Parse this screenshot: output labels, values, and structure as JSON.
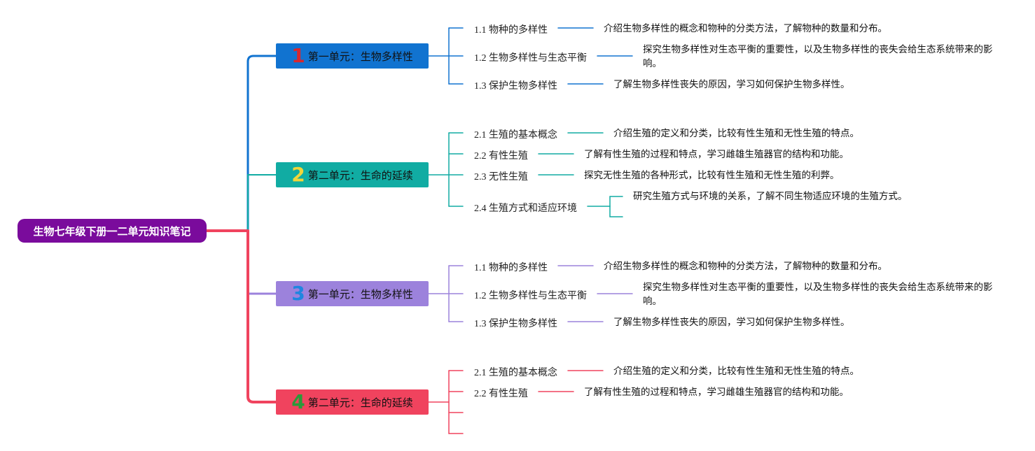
{
  "root": "生物七年级下册一二单元知识笔记",
  "units": [
    {
      "num": "1",
      "title": "第一单元：生物多样性",
      "color": "#1173d0",
      "num_color": "#d8272e",
      "items": [
        {
          "label": "1.1 物种的多样性",
          "desc": "介绍生物多样性的概念和物种的分类方法，了解物种的数量和分布。"
        },
        {
          "label": "1.2 生物多样性与生态平衡",
          "desc": "探究生物多样性对生态平衡的重要性，以及生物多样性的丧失会给生态系统带来的影响。"
        },
        {
          "label": "1.3 保护生物多样性",
          "desc": "了解生物多样性丧失的原因，学习如何保护生物多样性。"
        }
      ]
    },
    {
      "num": "2",
      "title": "第二单元：生命的延续",
      "color": "#11aca3",
      "num_color": "#f2d63a",
      "items": [
        {
          "label": "2.1 生殖的基本概念",
          "desc": "介绍生殖的定义和分类，比较有性生殖和无性生殖的特点。"
        },
        {
          "label": "2.2 有性生殖",
          "desc": "了解有性生殖的过程和特点，学习雌雄生殖器官的结构和功能。"
        },
        {
          "label": "2.3 无性生殖",
          "desc": "探究无性生殖的各种形式，比较有性生殖和无性生殖的利弊。"
        },
        {
          "label": "2.4 生殖方式和适应环境",
          "desc": "研究生殖方式与环境的关系，了解不同生物适应环境的生殖方式。"
        }
      ]
    },
    {
      "num": "3",
      "title": "第一单元：生物多样性",
      "color": "#9c82dc",
      "num_color": "#1f86e0",
      "items": [
        {
          "label": "1.1 物种的多样性",
          "desc": "介绍生物多样性的概念和物种的分类方法，了解物种的数量和分布。"
        },
        {
          "label": "1.2 生物多样性与生态平衡",
          "desc": "探究生物多样性对生态平衡的重要性，以及生物多样性的丧失会给生态系统带来的影响。"
        },
        {
          "label": "1.3 保护生物多样性",
          "desc": "了解生物多样性丧失的原因，学习如何保护生物多样性。"
        }
      ]
    },
    {
      "num": "4",
      "title": "第二单元：生命的延续",
      "color": "#f0435e",
      "num_color": "#2a9a3a",
      "items": [
        {
          "label": "2.1 生殖的基本概念",
          "desc": "介绍生殖的定义和分类，比较有性生殖和无性生殖的特点。"
        },
        {
          "label": "2.2 有性生殖",
          "desc": "了解有性生殖的过程和特点，学习雌雄生殖器官的结构和功能。"
        },
        {
          "label": "",
          "desc": ""
        },
        {
          "label": "",
          "desc": ""
        }
      ]
    }
  ]
}
